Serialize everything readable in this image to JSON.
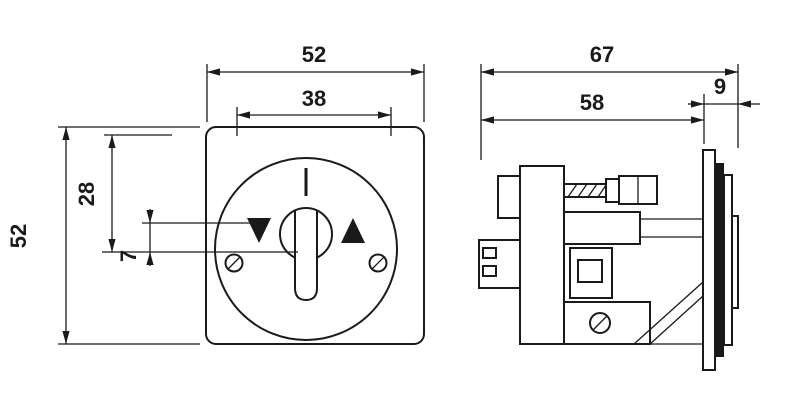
{
  "drawing": {
    "title": "key-switch-dimension-drawing",
    "colors": {
      "line": "#1a1a1a",
      "background": "#ffffff"
    },
    "front_view": {
      "dim_width": "52",
      "dim_hole_spacing": "38",
      "dim_height": "52",
      "dim_center_height": "28",
      "dim_offset": "7",
      "symbols": {
        "left_marker": "triangle-down",
        "right_marker": "triangle-up",
        "top_marker": "position-line"
      }
    },
    "side_view": {
      "dim_total_depth": "67",
      "dim_body_depth": "58",
      "dim_plate_thickness": "9"
    }
  }
}
